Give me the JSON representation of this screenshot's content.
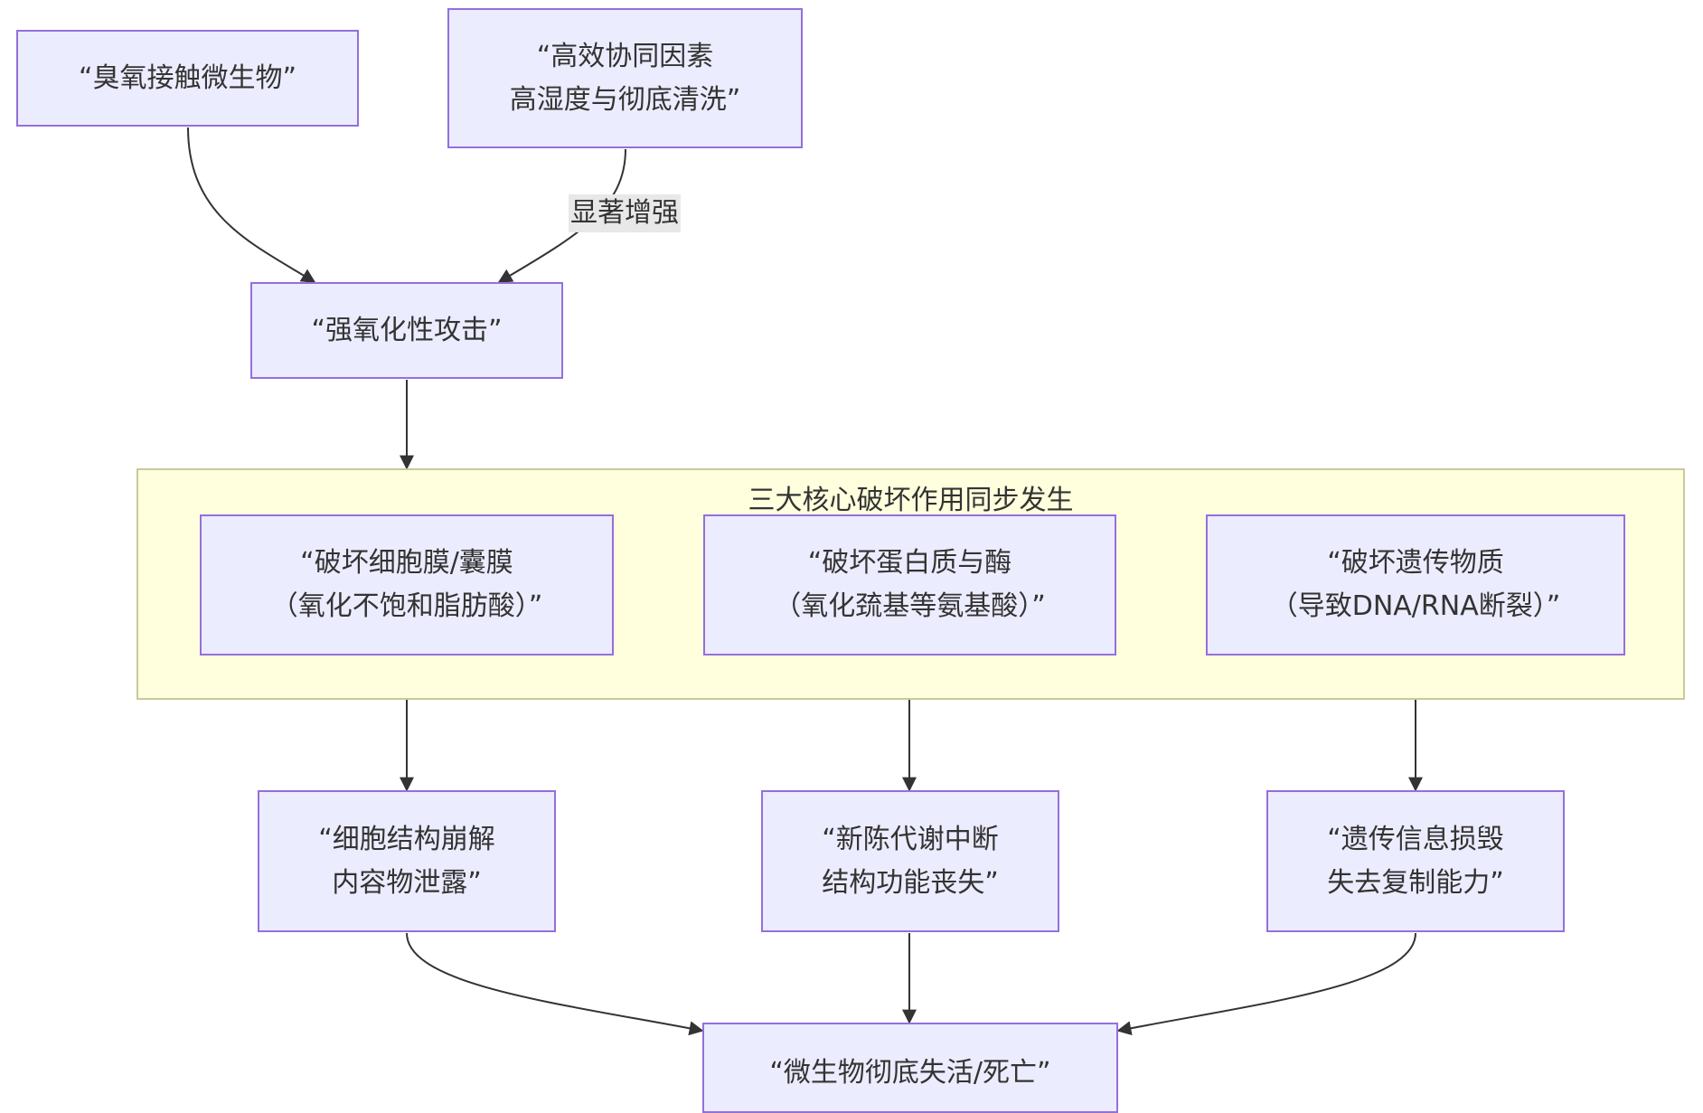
{
  "diagram": {
    "type": "flowchart",
    "colors": {
      "node_fill": "#ececff",
      "node_border": "#9370db",
      "cluster_fill": "#ffffde",
      "cluster_border": "#c9c99a",
      "edge": "#333333"
    },
    "nodes": {
      "ozone": "“臭氧接触微生物”",
      "synergy": "“高效协同因素\n高湿度与彻底清洗”",
      "attack": "“强氧化性攻击”",
      "membrane": "“破坏细胞膜/囊膜\n（氧化不饱和脂肪酸）”",
      "protein": "“破坏蛋白质与酶\n（氧化巯基等氨基酸）”",
      "genetic": "“破坏遗传物质\n（导致DNA/RNA断裂）”",
      "collapse": "“细胞结构崩解\n内容物泄露”",
      "metabolism": "“新陈代谢中断\n结构功能丧失”",
      "info_loss": "“遗传信息损毁\n失去复制能力”",
      "death": "“微生物彻底失活/死亡”"
    },
    "cluster_title": "三大核心破坏作用同步发生",
    "edge_labels": {
      "synergy_to_attack": "显著增强"
    }
  }
}
